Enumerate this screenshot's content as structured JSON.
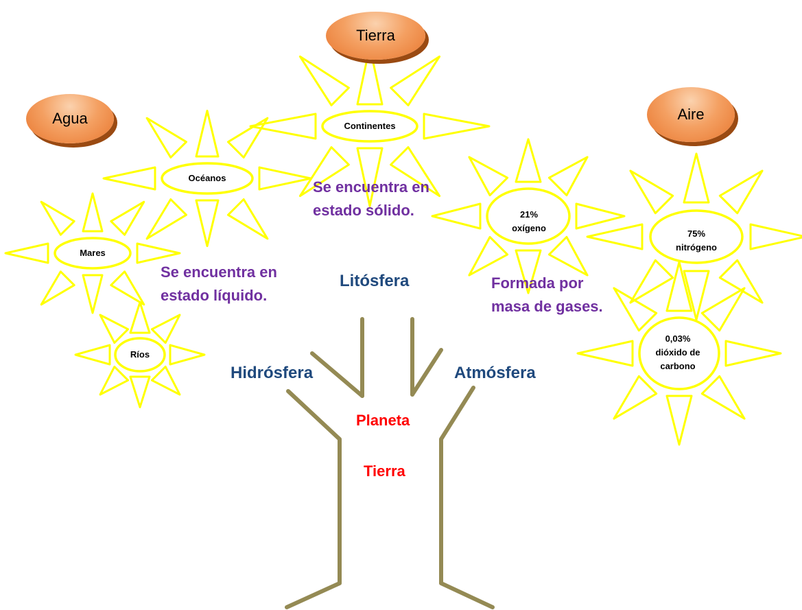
{
  "categories": {
    "tierra": "Tierra",
    "agua": "Agua",
    "aire": "Aire"
  },
  "suns": {
    "continentes": "Continentes",
    "oceanos": "Océanos",
    "mares": "Mares",
    "rios": "Ríos",
    "oxigeno_pct": "21%",
    "oxigeno": "oxígeno",
    "nitrogeno_pct": "75%",
    "nitrogeno": "nitrógeno",
    "co2_pct": "0,03%",
    "co2_line1": "dióxido de",
    "co2_line2": "carbono"
  },
  "descriptions": {
    "solido_1": "Se encuentra en",
    "solido_2": "estado sólido.",
    "liquido_1": "Se encuentra en",
    "liquido_2": "estado líquido.",
    "gases_1": "Formada por",
    "gases_2": "masa de gases."
  },
  "spheres": {
    "litosfera": "Litósfera",
    "hidrosfera": "Hidrósfera",
    "atmosfera": "Atmósfera"
  },
  "center": {
    "planeta": "Planeta",
    "tierra": "Tierra"
  },
  "colors": {
    "sun_stroke": "#ffff00",
    "tree": "#948a54",
    "description": "#7030a0",
    "sphere": "#1f497d",
    "center": "#ff0000",
    "oval": "#f4a062"
  }
}
